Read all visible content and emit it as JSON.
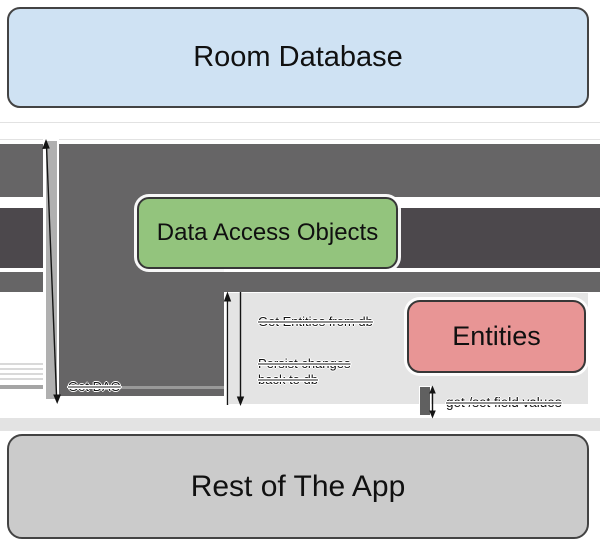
{
  "diagram": {
    "nodes": {
      "room_database": {
        "label": "Room Database",
        "fill": "#cfe2f3"
      },
      "data_access_objects": {
        "label": "Data Access Objects",
        "fill": "#93c47d"
      },
      "entities": {
        "label": "Entities",
        "fill": "#e89595"
      },
      "rest_of_the_app": {
        "label": "Rest of The App",
        "fill": "#cbcbcb"
      }
    },
    "edges": {
      "get_dao": {
        "label": "Get DAO"
      },
      "get_entities": {
        "label": "Get Entities from db"
      },
      "persist_changes": {
        "label": "Persist changes back to db"
      },
      "get_set_fields": {
        "label": "get /set field values"
      }
    },
    "colors": {
      "arrow_gray_medium": "#666566",
      "arrow_gray_dark": "#4c484c",
      "arrow_bar_light": "#b0b0b0",
      "panel_light_gray": "#e4e4e4",
      "thin_line_black": "#141414",
      "strike_line_gray": "#8f8f8f",
      "node_border_dark": "#373737"
    }
  }
}
